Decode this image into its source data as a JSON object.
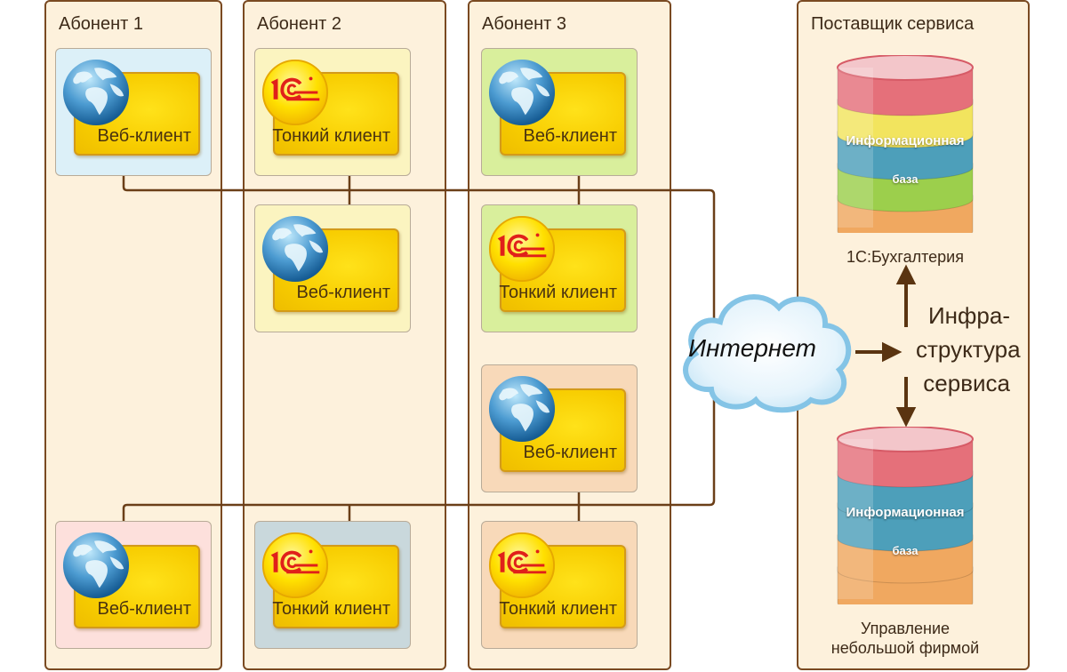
{
  "subscribers": [
    {
      "title": "Абонент 1",
      "clients": [
        {
          "type": "web",
          "label": "Веб-клиент",
          "bg": "#dcf0f8"
        },
        {
          "type": "web",
          "label": "Веб-клиент",
          "bg": "#fde0dc"
        }
      ]
    },
    {
      "title": "Абонент 2",
      "clients": [
        {
          "type": "thin",
          "label": "Тонкий клиент",
          "bg": "#fbf4c0"
        },
        {
          "type": "web",
          "label": "Веб-клиент",
          "bg": "#fbf4c0"
        },
        {
          "type": "thin",
          "label": "Тонкий клиент",
          "bg": "#c9d8dc"
        }
      ]
    },
    {
      "title": "Абонент 3",
      "clients": [
        {
          "type": "web",
          "label": "Веб-клиент",
          "bg": "#d9ef9c"
        },
        {
          "type": "thin",
          "label": "Тонкий клиент",
          "bg": "#d9ef9c"
        },
        {
          "type": "web",
          "label": "Веб-клиент",
          "bg": "#f8d9b9"
        },
        {
          "type": "thin",
          "label": "Тонкий клиент",
          "bg": "#f8d9b9"
        }
      ]
    }
  ],
  "provider": {
    "title": "Поставщик сервиса",
    "databases": [
      {
        "line1": "Информационная",
        "line2": "база",
        "caption1": "1С:Бухгалтерия",
        "caption2": ""
      },
      {
        "line1": "Информационная",
        "line2": "база",
        "caption1": "Управление",
        "caption2": "небольшой фирмой"
      }
    ],
    "infra_lines": [
      "Инфра-",
      "структура",
      "сервиса"
    ]
  },
  "internet_label": "Интернет",
  "colors": {
    "line": "#6b3f18",
    "panel_bg": "#fdf1dc",
    "client_yellow": "#f7cc00"
  }
}
